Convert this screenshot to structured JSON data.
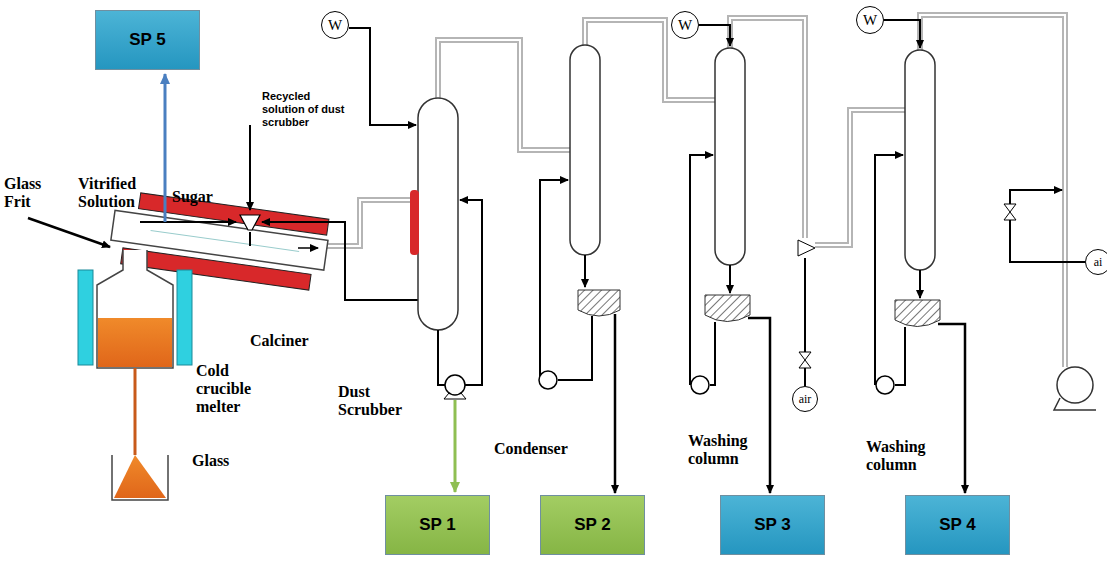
{
  "diagram": {
    "nodes": [
      {
        "text": [
          "SP 5"
        ]
      },
      {
        "text": [
          "W"
        ]
      },
      {
        "text": [
          "W"
        ]
      },
      {
        "text": [
          "W"
        ]
      },
      {
        "text": [
          "air"
        ]
      },
      {
        "text": [
          "ai"
        ]
      },
      {
        "text": [
          "SP 1"
        ]
      },
      {
        "text": [
          "SP 2"
        ]
      },
      {
        "text": [
          "SP 3"
        ]
      },
      {
        "text": [
          "SP 4"
        ]
      }
    ],
    "labels": [
      "Vitrified Solution",
      "Sugar",
      "Recycled solution of dust scrubber",
      "Glass Frit",
      "Calciner",
      "Cold crucible melter",
      "Glass",
      "Dust Scrubber",
      "Condenser",
      "Washing column",
      "Washing column"
    ]
  }
}
